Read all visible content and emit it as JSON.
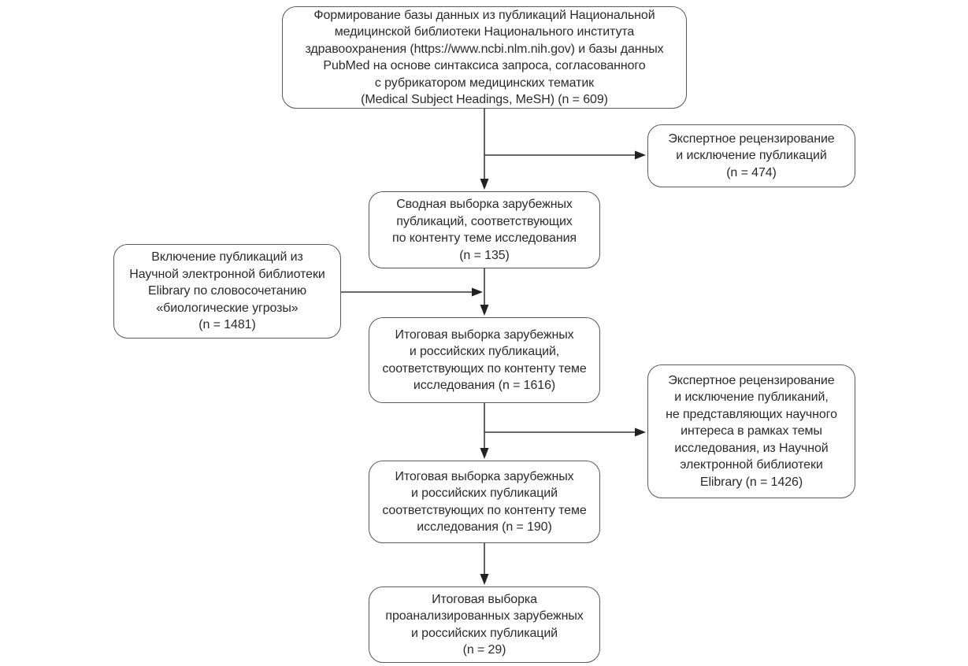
{
  "diagram": {
    "background": "#ffffff",
    "box_border_color": "#58595b",
    "text_color": "#2b2b2b",
    "arrow_color": "#3a3a3a",
    "nodes": {
      "source_db": {
        "text": "Формирование базы данных из публикаций Национальной\nмедицинской библиотеки Национального института\nздравоохранения (https://www.ncbi.nlm.nih.gov) и базы данных\nPubMed на основе синтаксиса запроса, согласованного\nс рубрикатором медицинских тематик\n(Medical Subject Headings, MeSH) (n = 609)",
        "n": 609
      },
      "expert_review_1": {
        "text": "Экспертное рецензирование\nи исключение публикаций\n(n = 474)",
        "n": 474
      },
      "summary_foreign": {
        "text": "Сводная выборка зарубежных\nпубликаций, соответствующих\nпо контенту теме исследования\n(n = 135)",
        "n": 135
      },
      "elibrary_inclusion": {
        "text": "Включение публикаций из\nНаучной электронной библиотеки\nElibrary по словосочетанию\n«биологические угрозы»\n(n = 1481)",
        "n": 1481
      },
      "final_1616": {
        "text": "Итоговая выборка зарубежных\nи российских публикаций,\nсоответствующих по контенту теме\nисследования (n = 1616)",
        "n": 1616
      },
      "expert_review_2": {
        "text": "Экспертное рецензирование\nи исключение публиканий,\nне представляющих научного\nинтереса в рамках темы\nисследования, из Научной\nэлектронной библиотеки\nElibrary (n = 1426)",
        "n": 1426
      },
      "final_190": {
        "text": "Итоговая выборка зарубежных\nи российских публикаций\nсоответствующих по контенту теме\nисследования (n = 190)",
        "n": 190
      },
      "final_29": {
        "text": "Итоговая выборка\nпроанализированных зарубежных\nи российских публикаций\n(n = 29)",
        "n": 29
      }
    },
    "edges": [
      {
        "from": "source_db",
        "to": "summary_foreign",
        "direction": "down"
      },
      {
        "from": "source_db",
        "to": "expert_review_1",
        "direction": "branch-right"
      },
      {
        "from": "summary_foreign",
        "to": "final_1616",
        "direction": "down"
      },
      {
        "from": "elibrary_inclusion",
        "to": "final_1616",
        "direction": "merge-right"
      },
      {
        "from": "final_1616",
        "to": "final_190",
        "direction": "down"
      },
      {
        "from": "final_1616",
        "to": "expert_review_2",
        "direction": "branch-right"
      },
      {
        "from": "final_190",
        "to": "final_29",
        "direction": "down"
      }
    ]
  }
}
